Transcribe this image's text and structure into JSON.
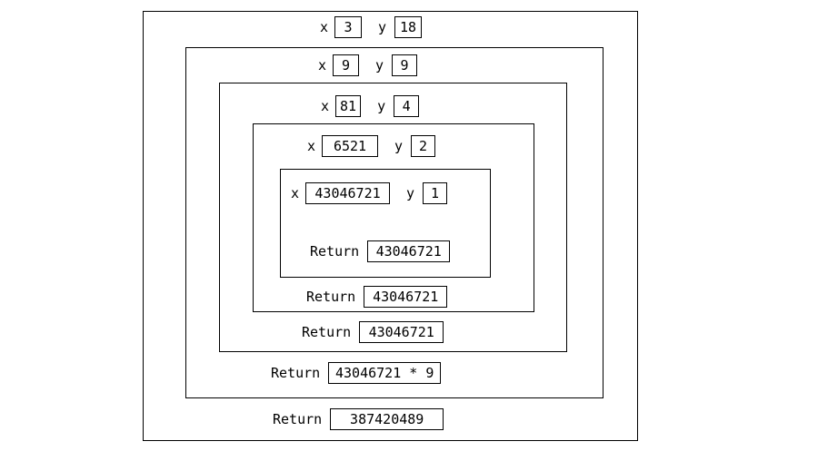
{
  "diagram": {
    "description_colors": {
      "border": "#000000",
      "background": "#ffffff",
      "text": "#000000"
    },
    "frames": [
      {
        "x_label": "x",
        "x_value": "3",
        "y_label": "y",
        "y_value": "18",
        "return_label": "Return",
        "return_value": "387420489"
      },
      {
        "x_label": "x",
        "x_value": "9",
        "y_label": "y",
        "y_value": "9",
        "return_label": "Return",
        "return_value": "43046721 * 9"
      },
      {
        "x_label": "x",
        "x_value": "81",
        "y_label": "y",
        "y_value": "4",
        "return_label": "Return",
        "return_value": "43046721"
      },
      {
        "x_label": "x",
        "x_value": "6521",
        "y_label": "y",
        "y_value": "2",
        "return_label": "Return",
        "return_value": "43046721"
      },
      {
        "x_label": "x",
        "x_value": "43046721",
        "y_label": "y",
        "y_value": "1",
        "return_label": "Return",
        "return_value": "43046721"
      }
    ]
  }
}
